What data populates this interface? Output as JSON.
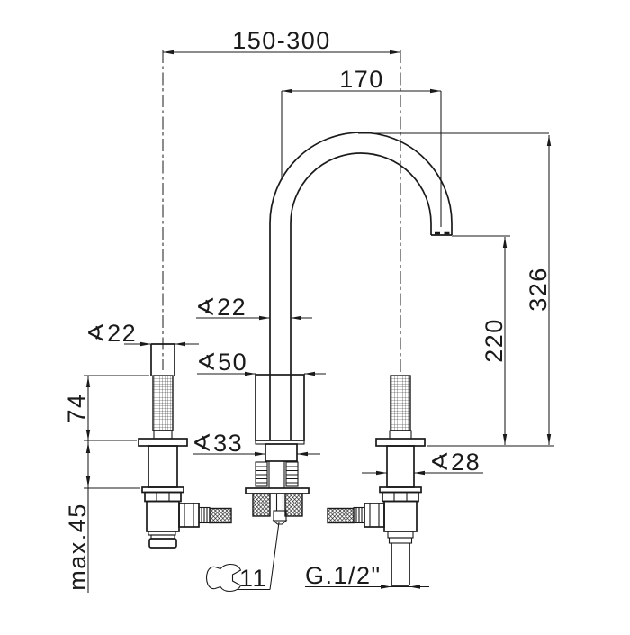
{
  "drawing": {
    "type": "faucet technical dimension drawing",
    "line_color": "#1a1a1a",
    "background_color": "#ffffff",
    "labels": {
      "handle_spacing": "150-300",
      "spout_reach": "170",
      "overall_height": "326",
      "spout_outlet_height": "220",
      "handle_stem_diameter": "∢22",
      "spout_tube_diameter": "∢22",
      "spout_base_diameter": "∢50",
      "spout_locknut_diameter": "∢33",
      "valve_body_diameter": "∢28",
      "handle_height": "74",
      "max_deck_thickness": "max.45",
      "wrench_size": "11",
      "inlet_thread": "G.1/2\""
    }
  }
}
